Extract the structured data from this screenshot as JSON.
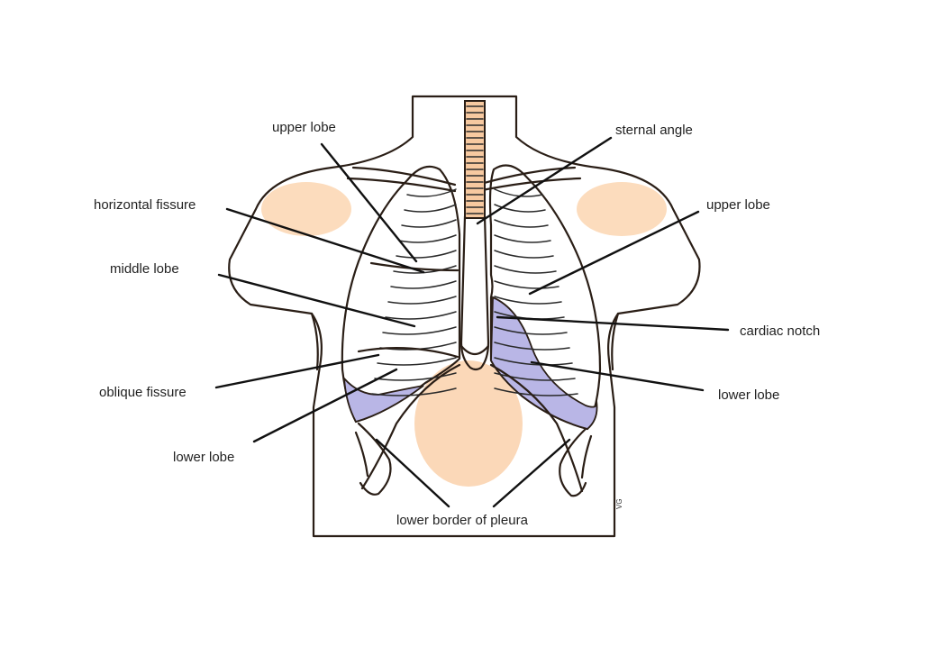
{
  "colors": {
    "skin": "#f7c9a0",
    "shoulder_highlight": "#fcdcbd",
    "lung": "#c2eef2",
    "lower_lobe_shade": "#b9b6e6",
    "line": "#111111"
  },
  "labels": {
    "upper_lobe_right_lung": "upper lobe",
    "sternal_angle": "sternal angle",
    "horizontal_fissure": "horizontal fissure",
    "upper_lobe_left_lung": "upper lobe",
    "middle_lobe": "middle lobe",
    "cardiac_notch": "cardiac notch",
    "oblique_fissure": "oblique fissure",
    "lower_lobe_left_lung": "lower lobe",
    "lower_lobe_right_lung": "lower lobe",
    "lower_border_of_pleura": "lower border of pleura"
  },
  "artist_mark": "VG"
}
